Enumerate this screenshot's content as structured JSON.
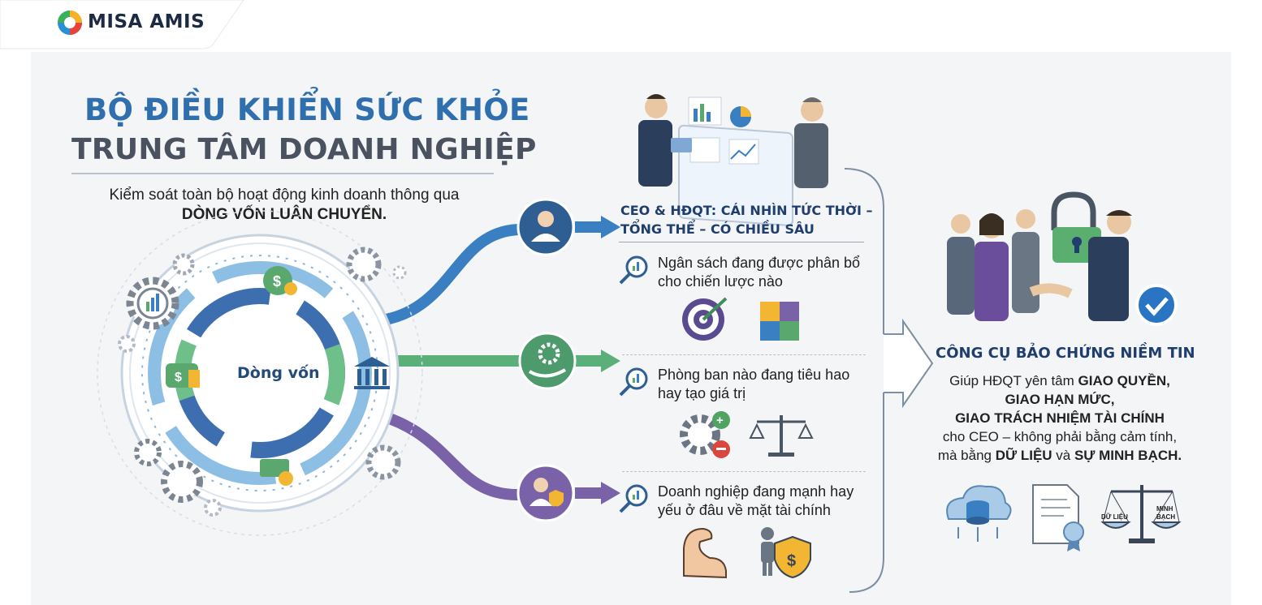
{
  "brand": {
    "logo_text": "MISA AMIS"
  },
  "header": {
    "title_line1": "BỘ ĐIỀU KHIỂN SỨC KHỎE",
    "title_line2": "TRUNG TÂM DOANH NGHIỆP",
    "subtitle_prefix": "Kiểm soát toàn bộ hoạt động kinh doanh thông qua ",
    "subtitle_bold": "DÒNG VỐN LUÂN CHUYỂN."
  },
  "cycle": {
    "label": "Dòng vốn"
  },
  "ceo_section": {
    "title": "CEO & HĐQT: CÁI NHÌN TỨC THỜI – TỔNG THỂ – CÓ CHIỀU SÂU",
    "items": [
      {
        "text": "Ngân sách đang được phân bổ cho chiến lược nào"
      },
      {
        "text": "Phòng ban nào đang tiêu hao hay tạo giá trị"
      },
      {
        "text": "Doanh nghiệp đang mạnh hay yếu ở đâu về mặt tài chính"
      }
    ]
  },
  "trust_section": {
    "title": "CÔNG CỤ BẢO CHỨNG NIỀM TIN",
    "line1_prefix": "Giúp HĐQT yên tâm ",
    "line1_bold": "GIAO QUYỀN,",
    "line2_bold": "GIAO HẠN MỨC,",
    "line3_bold": "GIAO TRÁCH NHIỆM TÀI CHÍNH",
    "line4": "cho CEO – không phải bằng cảm tính,",
    "line5_prefix": "mà bằng ",
    "line5_bold1": "DỮ LIỆU",
    "line5_mid": " và ",
    "line5_bold2": "SỰ MINH BẠCH."
  },
  "scale_labels": {
    "left": "DỮ LIỆU",
    "right_line1": "MINH",
    "right_line2": "BẠCH"
  },
  "colors": {
    "accent_blue": "#2f6fae",
    "green": "#5bb07a",
    "purple": "#7a62a8",
    "navy": "#1f3e6d"
  }
}
